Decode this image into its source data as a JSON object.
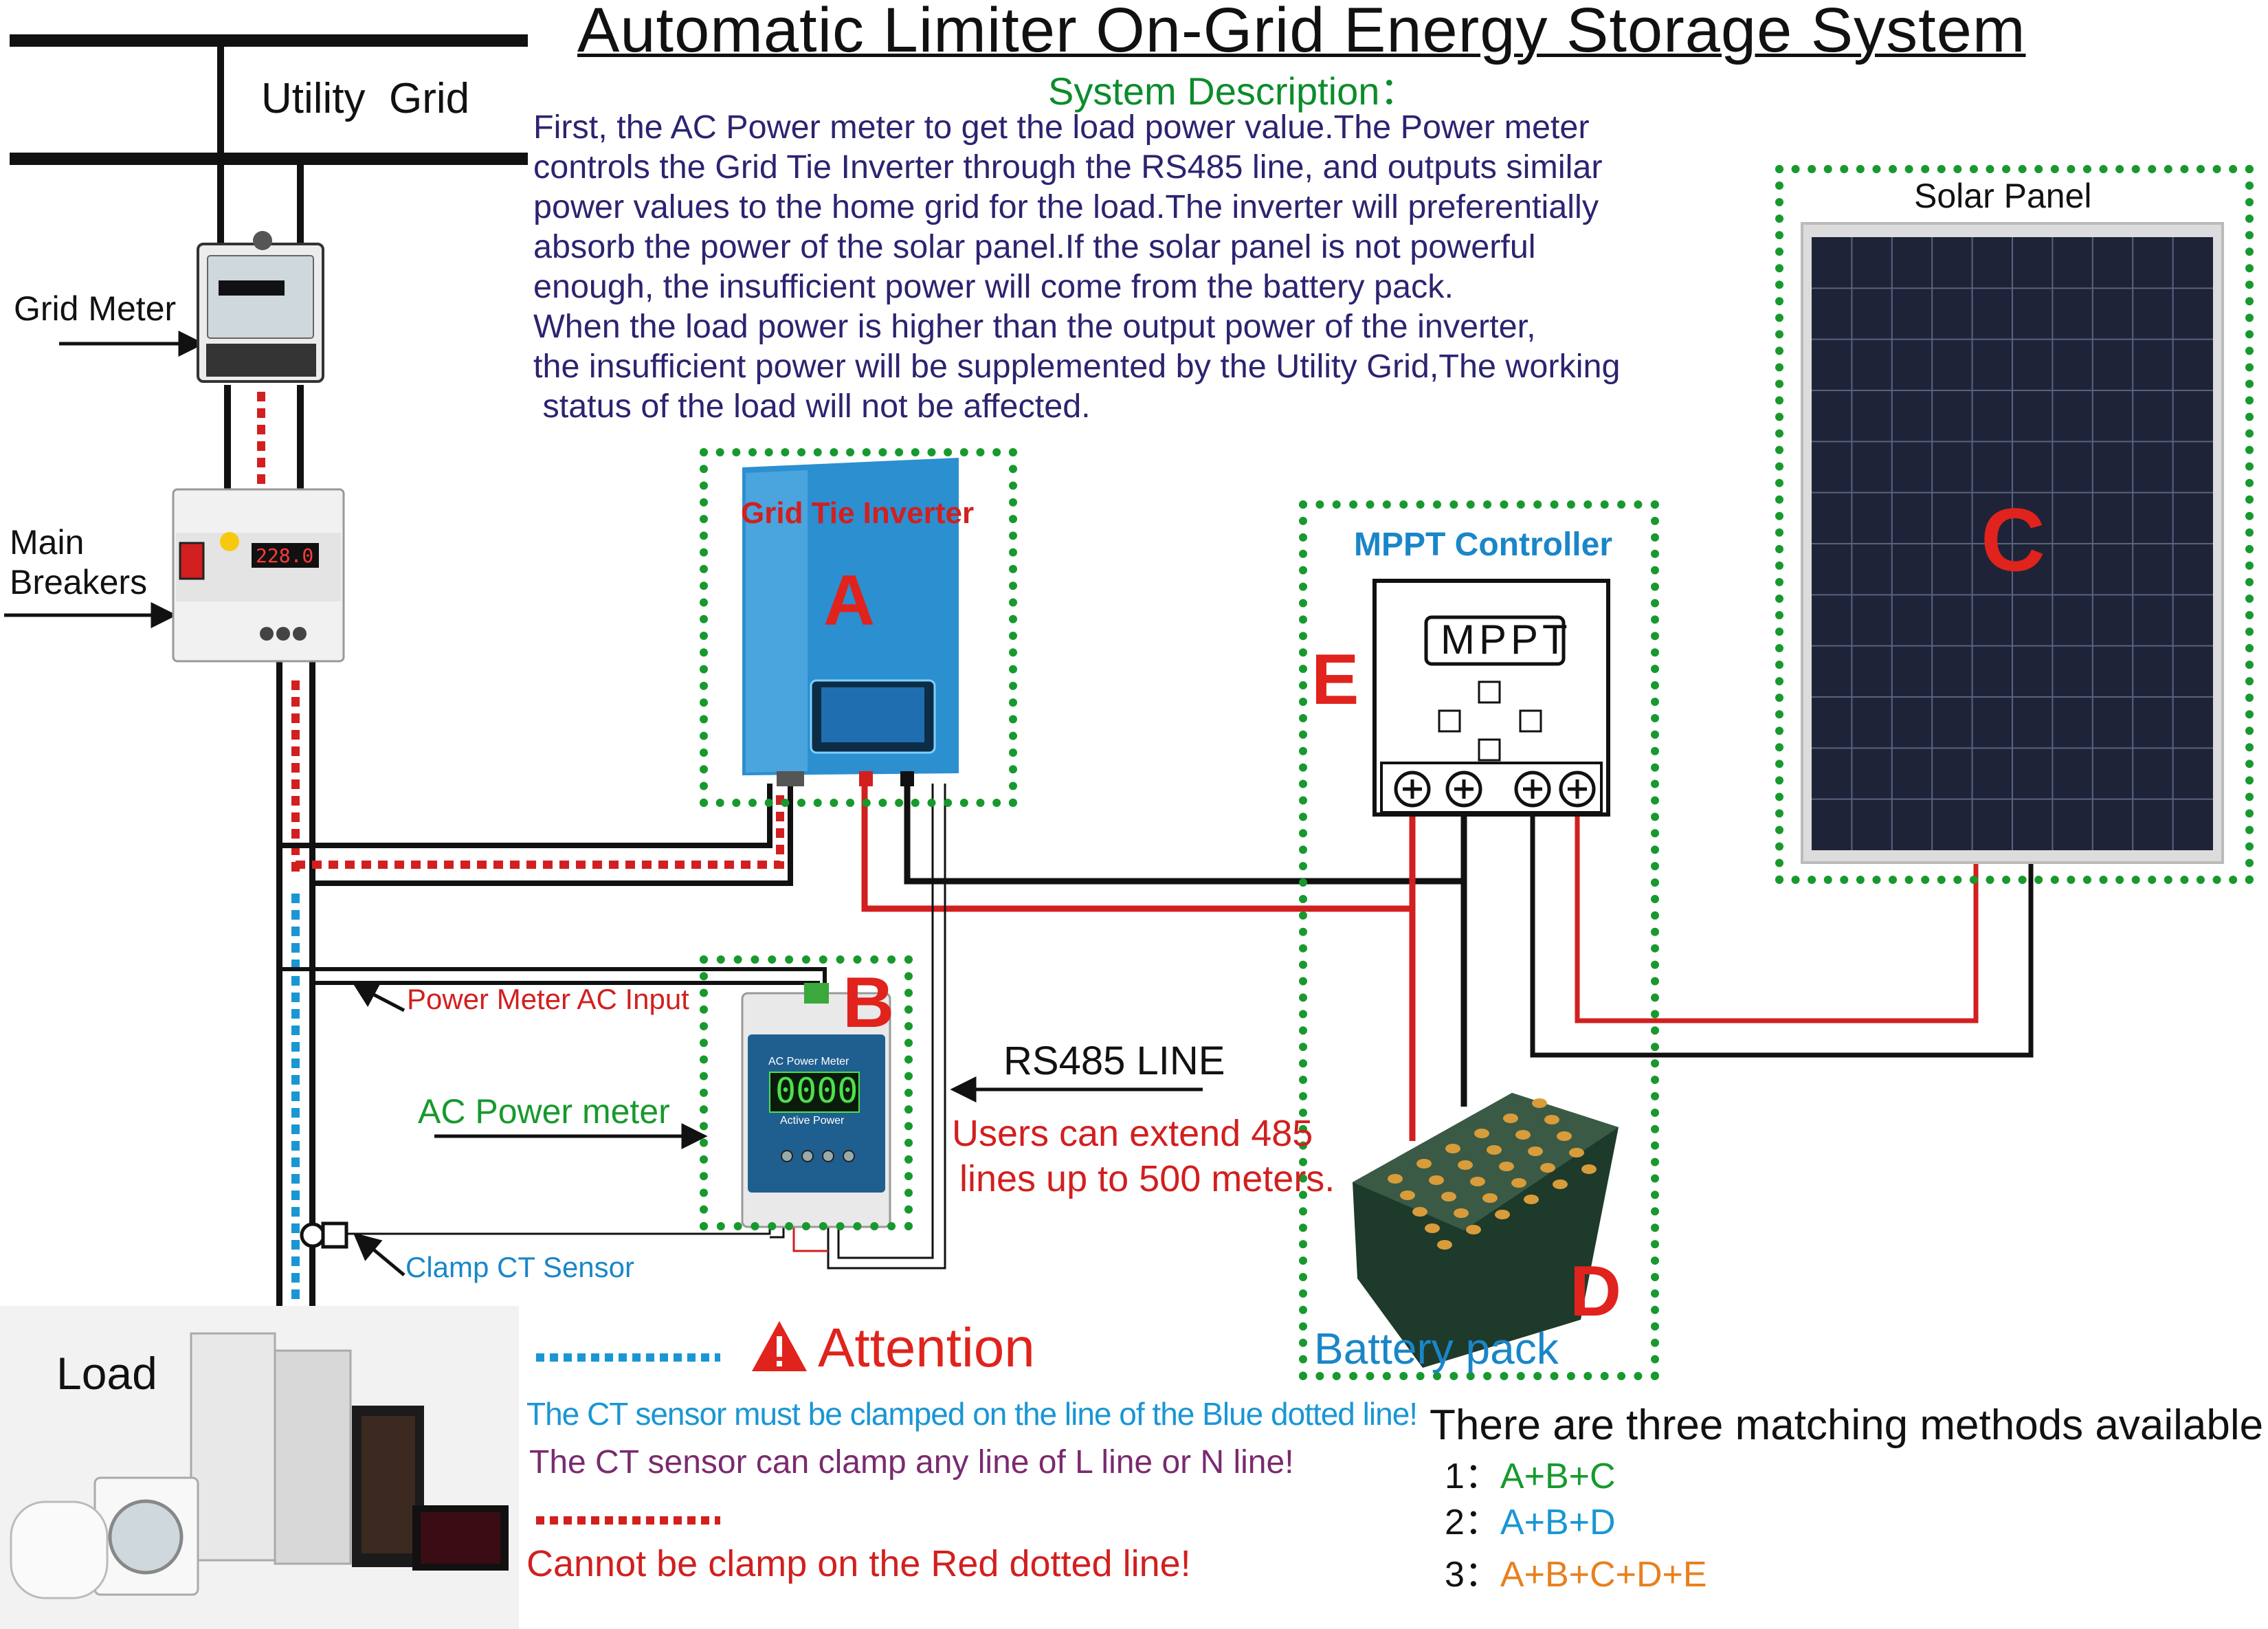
{
  "title": "Automatic Limiter On-Grid Energy Storage System",
  "system_description": {
    "heading": "System Description：",
    "lines": [
      "First, the AC Power meter to get the load power value.The Power meter",
      "controls the Grid Tie Inverter through the RS485 line, and outputs similar",
      "power values to the home grid for the load.The inverter will preferentially",
      "absorb the power of the solar panel.If the solar panel is not powerful",
      "enough, the insufficient power will come from the battery pack.",
      "When the load power is higher than the output power of the inverter,",
      "the insufficient power will be supplemented by the Utility Grid,The working",
      " status of the load will not be affected."
    ]
  },
  "labels": {
    "utility_grid": "Utility  Grid",
    "grid_meter": "Grid Meter",
    "main_breakers_1": "Main",
    "main_breakers_2": "Breakers",
    "load": "Load",
    "inverter_name": "Grid Tie Inverter",
    "mppt_controller": "MPPT Controller",
    "mppt_display": "MPPT",
    "solar_panel": "Solar Panel",
    "power_meter_ac_input": "Power Meter AC Input",
    "ac_power_meter": "AC Power meter",
    "rs485_line": "RS485 LINE",
    "rs485_note_1": "Users can extend 485",
    "rs485_note_2": "lines up to 500 meters.",
    "clamp_ct": "Clamp CT Sensor",
    "battery_pack": "Battery pack",
    "meter_reading": "0000",
    "meter_title": "AC Power Meter",
    "meter_sub": "Active Power",
    "breaker_reading": "228.0"
  },
  "letters": {
    "a": "A",
    "b": "B",
    "c": "C",
    "d": "D",
    "e": "E"
  },
  "attention": {
    "heading": "Attention",
    "line1": "The CT sensor must be clamped on the line of the Blue dotted line!",
    "line2": "The CT sensor can clamp any line of L line or N line!",
    "line3": "Cannot be clamp on the Red dotted line!"
  },
  "methods": {
    "heading": "There are three matching methods available：",
    "items": [
      {
        "num": "1：",
        "combo": "A+B+C",
        "color": "#17992e"
      },
      {
        "num": "2：",
        "combo": "A+B+D",
        "color": "#1a96d4"
      },
      {
        "num": "3：",
        "combo": "A+B+C+D+E",
        "color": "#e8801e"
      }
    ]
  },
  "colors": {
    "red_wire": "#d21f1f",
    "blue_dotted": "#1a96d4",
    "green_box": "#17992e",
    "inverter_blue": "#2b8fd0",
    "description_text": "#2b2470"
  }
}
